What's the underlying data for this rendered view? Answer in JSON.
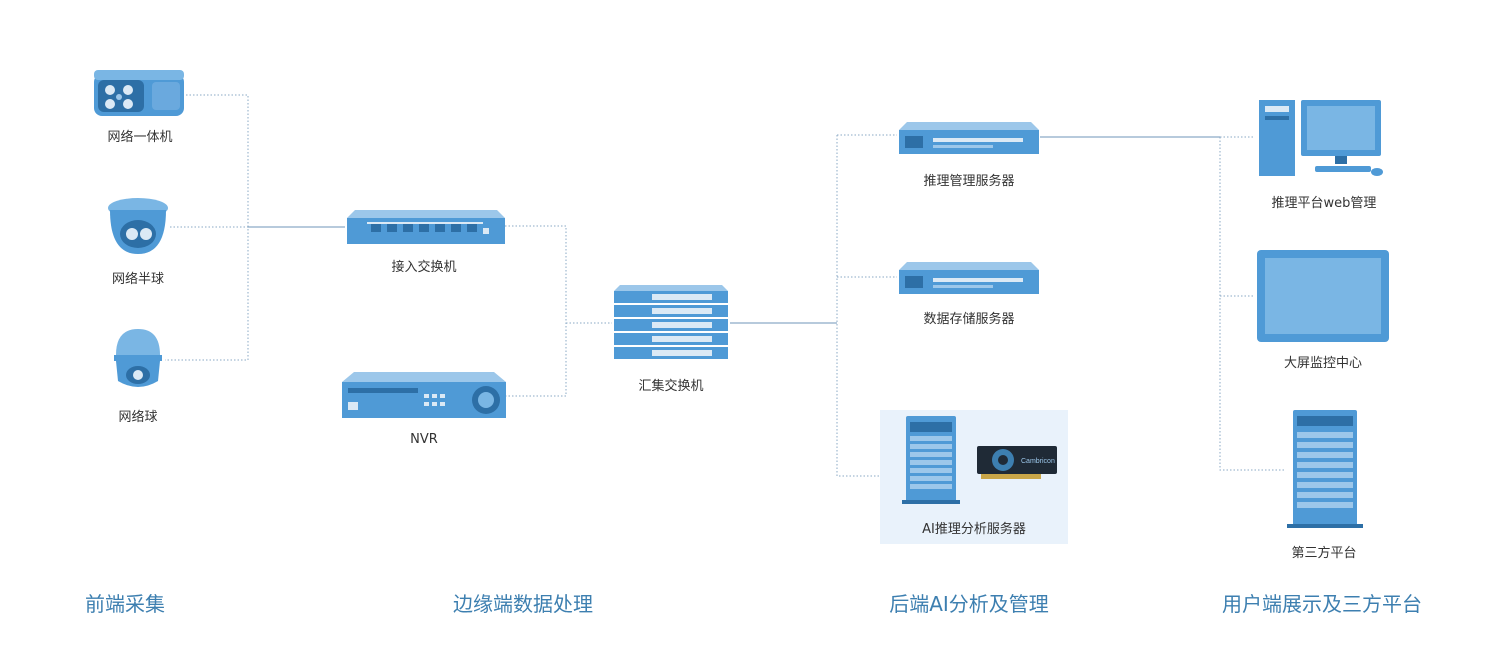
{
  "colors": {
    "accent": "#3d7fb0",
    "device": "#4f9ad6",
    "device_dark": "#2d6fa6",
    "highlight_bg": "#e9f2fb",
    "line": "#8aa8c4"
  },
  "devices": {
    "camera_bullet": {
      "label": "网络一体机",
      "icon": "bullet-camera"
    },
    "camera_dome": {
      "label": "网络半球",
      "icon": "dome-camera"
    },
    "camera_ptz": {
      "label": "网络球",
      "icon": "ptz-camera"
    },
    "access_switch": {
      "label": "接入交换机",
      "icon": "network-switch"
    },
    "nvr": {
      "label": "NVR",
      "icon": "nvr-recorder"
    },
    "core_switch": {
      "label": "汇集交换机",
      "icon": "stacked-switch"
    },
    "inference_server": {
      "label": "推理管理服务器",
      "icon": "rack-server"
    },
    "storage_server": {
      "label": "数据存储服务器",
      "icon": "rack-server"
    },
    "ai_server": {
      "label": "AI推理分析服务器",
      "icon": "tower-server",
      "card_text": "Cambricon"
    },
    "web_mgmt": {
      "label": "推理平台web管理",
      "icon": "desktop-computer"
    },
    "big_screen": {
      "label": "大屏监控中心",
      "icon": "monitor-screen"
    },
    "third_party": {
      "label": "第三方平台",
      "icon": "tower-server"
    }
  },
  "sections": {
    "front": "前端采集",
    "edge": "边缘端数据处理",
    "backend": "后端AI分析及管理",
    "user": "用户端展示及三方平台"
  }
}
